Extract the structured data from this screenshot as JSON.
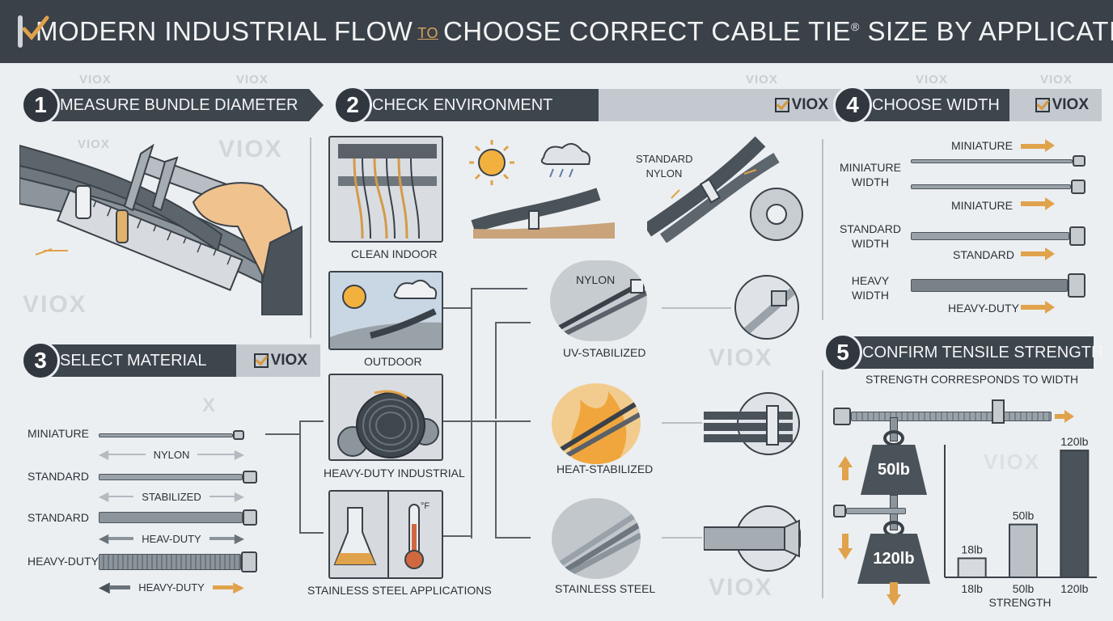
{
  "title": {
    "part1": "MODERN INDUSTRIAL FLOW",
    "to": "TO",
    "part2": "CHOOSE CORRECT CABLE TIE",
    "reg": "®",
    "part3": "SIZE BY APPLICATION"
  },
  "brand": "VIOX",
  "steps": {
    "s1": {
      "num": "1",
      "label": "MEASURE BUNDLE DIAMETER"
    },
    "s2": {
      "num": "2",
      "label": "CHECK ENVIRONMENT"
    },
    "s3": {
      "num": "3",
      "label": "SELECT MATERIAL"
    },
    "s4": {
      "num": "4",
      "label": "CHOOSE WIDTH"
    },
    "s5": {
      "num": "5",
      "label": "CONFIRM TENSILE STRENGTH"
    }
  },
  "environment": {
    "top_right_label": "STANDARD NYLON",
    "clean_indoor": "CLEAN INDOOR",
    "outdoor": "OUTDOOR",
    "heavy_duty_industrial": "HEAVY-DUTY INDUSTRIAL",
    "stainless_apps": "STAINLESS STEEL APPLICATIONS",
    "thermo_unit": "°F"
  },
  "materials": {
    "nylon": "NYLON",
    "uv": "UV-STABILIZED",
    "heat": "HEAT-STABILIZED",
    "steel": "STAINLESS STEEL"
  },
  "select_material_rows": [
    {
      "size": "MINIATURE",
      "material": "NYLON"
    },
    {
      "size": "STANDARD",
      "material": "STABILIZED"
    },
    {
      "size": "STANDARD",
      "material": "HEAV-DUTY"
    },
    {
      "size": "HEAVY-DUTY",
      "material": "HEAVY-DUTY"
    }
  ],
  "width_rows": [
    {
      "left": "",
      "right": "MINIATURE"
    },
    {
      "left": "MINIATURE WIDTH",
      "right": "MINIATURE"
    },
    {
      "left": "STANDARD WIDTH",
      "right": "STANDARD"
    },
    {
      "left": "HEAVY WIDTH",
      "right": "HEAVY-DUTY"
    }
  ],
  "tensile": {
    "subtitle": "STRENGTH CORRESPONDS TO WIDTH",
    "weight_small": "50lb",
    "weight_large": "120lb",
    "x_title": "STRENGTH"
  },
  "chart_data": {
    "type": "bar",
    "categories": [
      "18lb",
      "50lb",
      "120lb"
    ],
    "values": [
      18,
      50,
      120
    ],
    "data_labels": [
      "18lb",
      "50lb",
      "120lb"
    ],
    "xlabel": "STRENGTH",
    "ylim": [
      0,
      130
    ],
    "colors": [
      "#d7dbe0",
      "#b9c0c6",
      "#4a525a"
    ]
  }
}
